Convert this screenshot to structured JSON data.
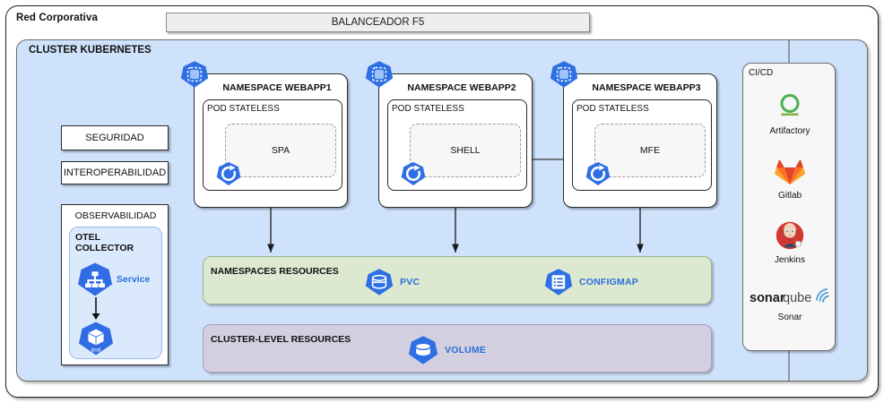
{
  "diagram": {
    "outer_label": "Red Corporativa",
    "balancer_label": "BALANCEADOR F5",
    "cluster_label": "CLUSTER KUBERNETES"
  },
  "left_column": {
    "seguridad": "SEGURIDAD",
    "interoperabilidad": "INTEROPERABILIDAD",
    "observabilidad": "OBSERVABILIDAD",
    "otel_collector": "OTEL\nCOLLECTOR",
    "otel_collector_line1": "OTEL",
    "otel_collector_line2": "COLLECTOR",
    "service_label": "Service",
    "pod_label": "pod"
  },
  "namespaces": [
    {
      "title": "NAMESPACE WEBAPP1",
      "pod": "POD STATELESS",
      "app": "SPA",
      "icon": "namespace-icon",
      "app_icon": "deployment-icon"
    },
    {
      "title": "NAMESPACE WEBAPP2",
      "pod": "POD STATELESS",
      "app": "SHELL",
      "icon": "namespace-icon",
      "app_icon": "deployment-icon"
    },
    {
      "title": "NAMESPACE WEBAPP3",
      "pod": "POD STATELESS",
      "app": "MFE",
      "icon": "namespace-icon",
      "app_icon": "deployment-icon"
    }
  ],
  "namespace_resources": {
    "title": "NAMESPACES RESOURCES",
    "items": [
      {
        "label": "PVC",
        "icon": "pvc-icon"
      },
      {
        "label": "CONFIGMAP",
        "icon": "configmap-icon"
      }
    ]
  },
  "cluster_resources": {
    "title": "CLUSTER-LEVEL RESOURCES",
    "items": [
      {
        "label": "VOLUME",
        "icon": "volume-icon"
      }
    ]
  },
  "cicd": {
    "title": "CI/CD",
    "tools": [
      {
        "name": "Artifactory",
        "icon": "artifactory-icon"
      },
      {
        "name": "Gitlab",
        "icon": "gitlab-icon"
      },
      {
        "name": "Jenkins",
        "icon": "jenkins-icon"
      },
      {
        "name": "Sonar",
        "icon": "sonarqube-icon",
        "wordmark_bold": "sonar",
        "wordmark_light": "qube"
      }
    ]
  },
  "colors": {
    "cluster_bg": "#cfe2fb",
    "namespace_resources_bg": "#dce8d0",
    "cluster_resources_bg": "#d3cfe0",
    "k8s_blue": "#326ce5",
    "resource_label": "#2a6fd6",
    "artifactory_green": "#43a047",
    "gitlab_orange": "#e24329",
    "jenkins_red": "#d33833",
    "sonar_blue": "#4e9bcd"
  }
}
